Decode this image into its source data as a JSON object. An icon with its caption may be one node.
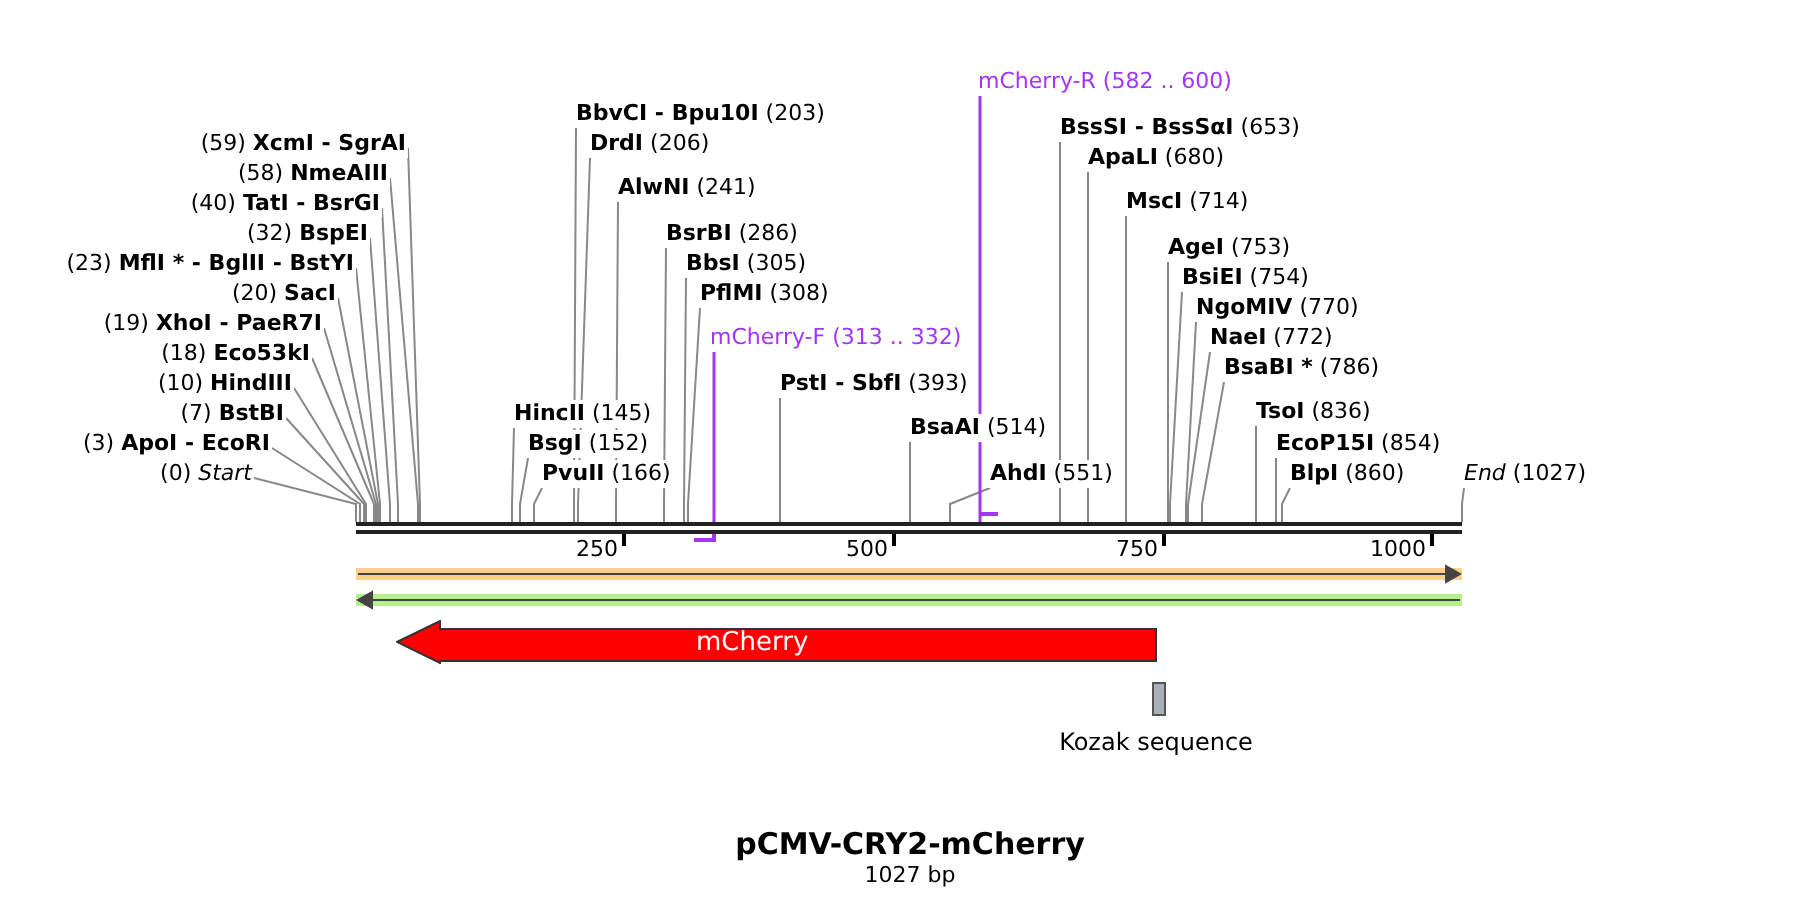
{
  "diagram": {
    "title": "pCMV-CRY2-mCherry",
    "caption": "1027 bp",
    "nodes": [
      {
        "text": [
          "(59) **XcmI - SgrAI**"
        ]
      },
      {
        "text": [
          "(58) **NmeAIII**"
        ]
      },
      {
        "text": [
          "(40) **TatI - BsrGI**"
        ]
      },
      {
        "text": [
          "(32) **BspEI**"
        ]
      },
      {
        "text": [
          "(23) **MflI * - BglII - BstYI**"
        ]
      },
      {
        "text": [
          "(20) **SacI**"
        ]
      },
      {
        "text": [
          "(19) **XhoI - PaeR7I**"
        ]
      },
      {
        "text": [
          "(18) **Eco53kI**"
        ]
      },
      {
        "text": [
          "(10) **HindIII**"
        ]
      },
      {
        "text": [
          "(7) **BstBI**"
        ]
      },
      {
        "text": [
          "(3) **ApoI - EcoRI**"
        ]
      },
      {
        "text": [
          "(0) *Start*"
        ]
      },
      {
        "text": [
          "**BbvCI - Bpu10I** (203)"
        ]
      },
      {
        "text": [
          "**DrdI** (206)"
        ]
      },
      {
        "text": [
          "**AlwNI** (241)"
        ]
      },
      {
        "text": [
          "**BsrBI** (286)"
        ]
      },
      {
        "text": [
          "**BbsI** (305)"
        ]
      },
      {
        "text": [
          "**PflMI** (308)"
        ]
      },
      {
        "text": [
          "**HincII** (145)"
        ]
      },
      {
        "text": [
          "**BsgI** (152)"
        ]
      },
      {
        "text": [
          "**PvuII** (166)"
        ]
      },
      {
        "text": [
          "**PstI - SbfI** (393)"
        ]
      },
      {
        "text": [
          "**BsaAI** (514)"
        ]
      },
      {
        "text": [
          "**AhdI** (551)"
        ]
      },
      {
        "text": [
          "**BssSI - BssSαI** (653)"
        ]
      },
      {
        "text": [
          "**ApaLI** (680)"
        ]
      },
      {
        "text": [
          "**MscI** (714)"
        ]
      },
      {
        "text": [
          "**AgeI** (753)"
        ]
      },
      {
        "text": [
          "**BsiEI** (754)"
        ]
      },
      {
        "text": [
          "**NgoMIV** (770)"
        ]
      },
      {
        "text": [
          "**NaeI** (772)"
        ]
      },
      {
        "text": [
          "**BsaBI *** (786)"
        ]
      },
      {
        "text": [
          "**TsoI** (836)"
        ]
      },
      {
        "text": [
          "**EcoP15I** (854)"
        ]
      },
      {
        "text": [
          "**BlpI** (860)"
        ]
      },
      {
        "text": [
          "*End* (1027)"
        ]
      },
      {
        "text": [
          "mCherry-F (313 .. 332)"
        ]
      },
      {
        "text": [
          "mCherry-R (582 .. 600)"
        ]
      },
      {
        "text": [],
        "shape": "bar"
      },
      {
        "text": [
          "mCherry"
        ]
      },
      {
        "text": [
          "Kozak sequence"
        ]
      },
      {
        "text": [],
        "shape": "arrow"
      },
      {
        "text": [],
        "shape": "arrow"
      }
    ],
    "edges": [
      {
        "from": 0,
        "to": 38,
        "arrow": "none"
      },
      {
        "from": 1,
        "to": 38,
        "arrow": "none"
      },
      {
        "from": 2,
        "to": 38,
        "arrow": "none"
      },
      {
        "from": 3,
        "to": 38,
        "arrow": "none"
      },
      {
        "from": 4,
        "to": 38,
        "arrow": "none"
      },
      {
        "from": 5,
        "to": 38,
        "arrow": "none"
      },
      {
        "from": 6,
        "to": 38,
        "arrow": "none"
      },
      {
        "from": 7,
        "to": 38,
        "arrow": "none"
      },
      {
        "from": 8,
        "to": 38,
        "arrow": "none"
      },
      {
        "from": 9,
        "to": 38,
        "arrow": "none"
      },
      {
        "from": 10,
        "to": 38,
        "arrow": "none"
      },
      {
        "from": 11,
        "to": 38,
        "arrow": "none"
      },
      {
        "from": 12,
        "to": 38,
        "arrow": "none"
      },
      {
        "from": 13,
        "to": 38,
        "arrow": "none"
      },
      {
        "from": 14,
        "to": 38,
        "arrow": "none"
      },
      {
        "from": 15,
        "to": 38,
        "arrow": "none"
      },
      {
        "from": 16,
        "to": 38,
        "arrow": "none"
      },
      {
        "from": 17,
        "to": 38,
        "arrow": "none"
      },
      {
        "from": 18,
        "to": 38,
        "arrow": "none"
      },
      {
        "from": 19,
        "to": 38,
        "arrow": "none"
      },
      {
        "from": 20,
        "to": 38,
        "arrow": "none"
      },
      {
        "from": 21,
        "to": 38,
        "arrow": "none"
      },
      {
        "from": 22,
        "to": 38,
        "arrow": "none"
      },
      {
        "from": 23,
        "to": 38,
        "arrow": "none"
      },
      {
        "from": 24,
        "to": 38,
        "arrow": "none"
      },
      {
        "from": 25,
        "to": 38,
        "arrow": "none"
      },
      {
        "from": 26,
        "to": 38,
        "arrow": "none"
      },
      {
        "from": 27,
        "to": 38,
        "arrow": "none"
      },
      {
        "from": 28,
        "to": 38,
        "arrow": "none"
      },
      {
        "from": 29,
        "to": 38,
        "arrow": "none"
      },
      {
        "from": 30,
        "to": 38,
        "arrow": "none"
      },
      {
        "from": 31,
        "to": 38,
        "arrow": "none"
      },
      {
        "from": 32,
        "to": 38,
        "arrow": "none"
      },
      {
        "from": 33,
        "to": 38,
        "arrow": "none"
      },
      {
        "from": 34,
        "to": 38,
        "arrow": "none"
      },
      {
        "from": 35,
        "to": 38,
        "arrow": "none"
      },
      {
        "from": 36,
        "to": 38,
        "arrow": "none",
        "color": "#a335f5"
      },
      {
        "from": 37,
        "to": 38,
        "arrow": "none",
        "color": "#a335f5"
      }
    ],
    "labels": [
      "250",
      "500",
      "750",
      "1000"
    ]
  }
}
